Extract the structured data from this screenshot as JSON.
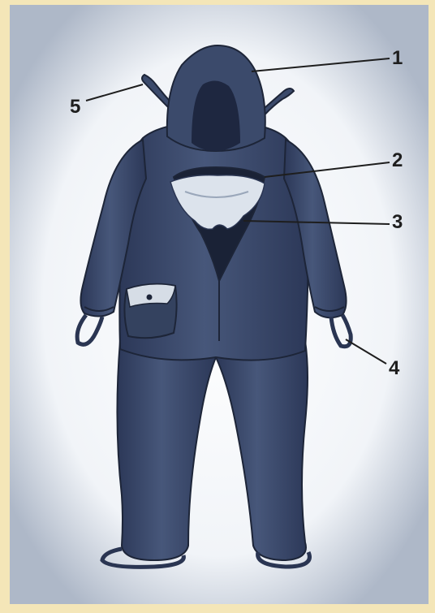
{
  "figure": {
    "subject": "protective-suit",
    "callouts": [
      {
        "id": "1",
        "label": "1"
      },
      {
        "id": "2",
        "label": "2"
      },
      {
        "id": "3",
        "label": "3"
      },
      {
        "id": "4",
        "label": "4"
      },
      {
        "id": "5",
        "label": "5"
      }
    ]
  },
  "colors": {
    "suit": "#3b4a6b",
    "suit_dark": "#2a3552",
    "lining": "#d6dde6",
    "panel_bg": "#f6f8fb",
    "page_bg": "#f4e6b8"
  }
}
